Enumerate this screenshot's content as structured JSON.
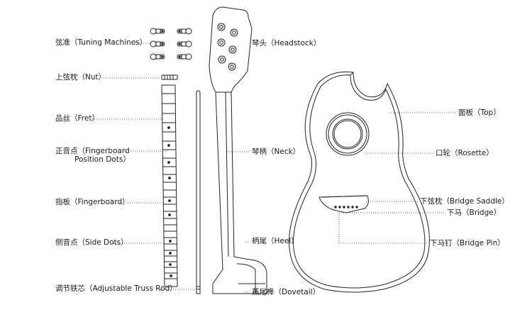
{
  "labels": {
    "tuning_machines": "弦准（Tuning Machines）",
    "nut": "上弦枕（Nut）",
    "fret": "品丝（Fret）",
    "position_dots_1": "正音点（Fingerboard",
    "position_dots_2": "Position Dots）",
    "fingerboard": "指板（Fingerboard）",
    "side_dots": "侧音点（Side Dots）",
    "truss_rod": "调节铁芯（Adjustable Truss Rod）",
    "headstock": "琴头（Headstock）",
    "neck": "琴柄（Neck）",
    "heel": "柄尾（Heel）",
    "dovetail": "燕尾榫（Dovetail）",
    "top": "面板（Top）",
    "rosette": "口轮（Rosette）",
    "bridge_saddle": "下弦枕（Bridge Saddle）",
    "bridge": "下马（Bridge）",
    "bridge_pin": "下马钉（Bridge Pin）"
  }
}
